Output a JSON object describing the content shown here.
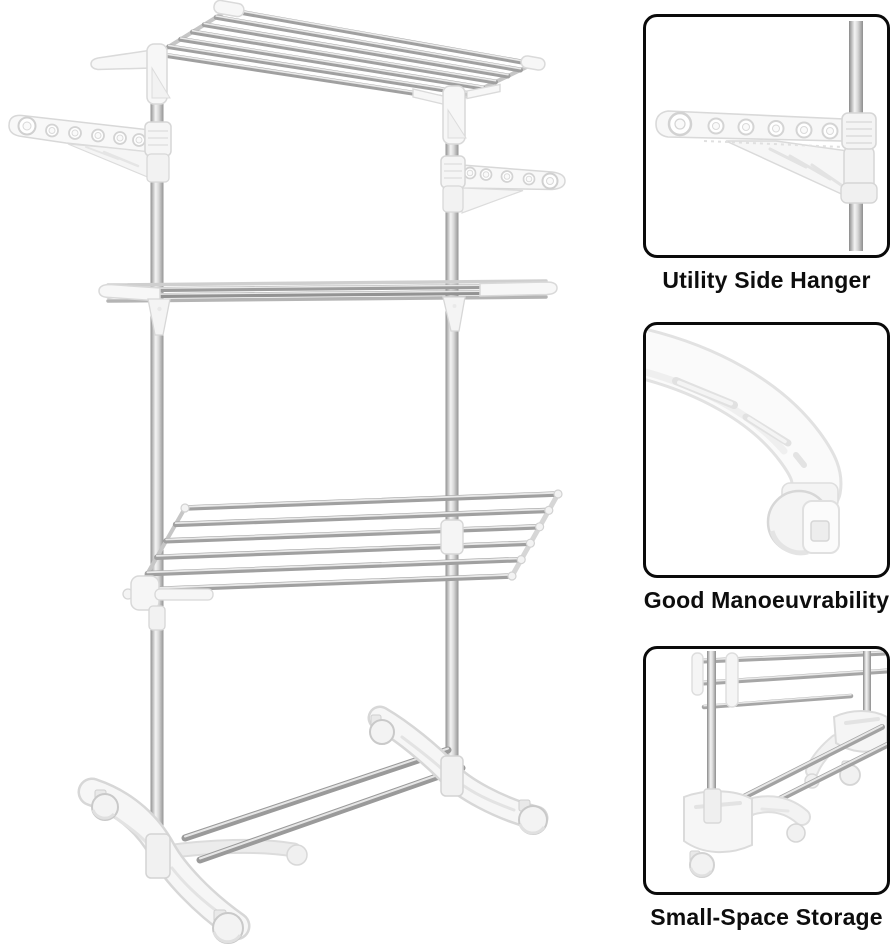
{
  "page": {
    "background": "#ffffff"
  },
  "main_image": {
    "subject": "3-tier rolling clothes drying rack with fold-out side hangers and caster wheels",
    "finish": "white plastic fittings with stainless steel tubes on white background"
  },
  "palette": {
    "metal_dark": "#8a8a8a",
    "metal_mid": "#a0a0a0",
    "metal_highlight": "#f2f2f2",
    "plastic_white": "#f7f7f7",
    "plastic_outline": "#d8d8d8",
    "callout_border": "#0a0a0a",
    "caption_text": "#0d0d0d"
  },
  "callouts": [
    {
      "id": "side-hanger",
      "caption": "Utility Side Hanger",
      "icon": "side-hanger-detail-icon"
    },
    {
      "id": "caster-wheel",
      "caption": "Good Manoeuvrability",
      "icon": "caster-wheel-detail-icon"
    },
    {
      "id": "folded-base",
      "caption": "Small-Space Storage",
      "icon": "folded-base-detail-icon"
    }
  ]
}
